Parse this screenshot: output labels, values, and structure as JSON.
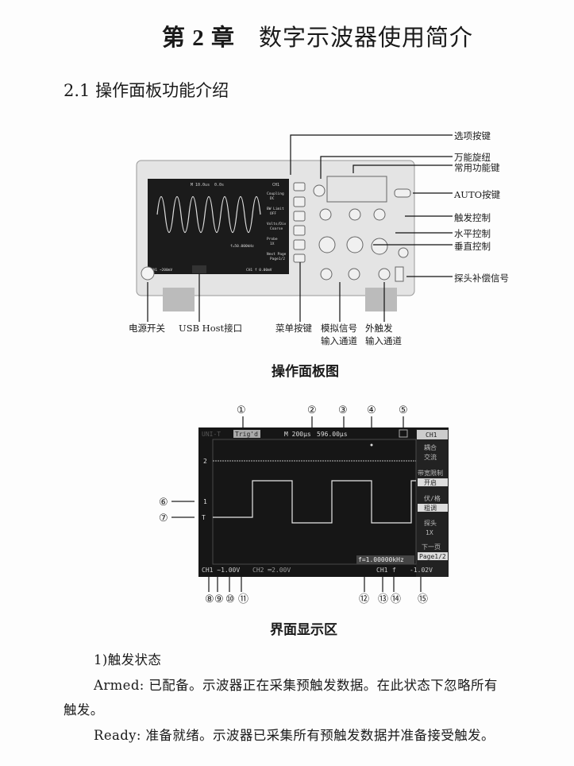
{
  "header": {
    "chapter": "第 2 章",
    "title": "数字示波器使用简介"
  },
  "section": {
    "number": "2.1",
    "title": "操作面板功能介绍"
  },
  "panel_figure": {
    "caption": "操作面板图",
    "device_screen": {
      "timebase": "M 10.0us",
      "offset": "0.0s",
      "menu_title": "CH1",
      "menu": [
        {
          "label": "Coupling",
          "value": "DC"
        },
        {
          "label": "BW Limit",
          "value": "OFF"
        },
        {
          "label": "Volts/Div",
          "value": "Coarse"
        },
        {
          "label": "Probe",
          "value": "1X"
        },
        {
          "label": "Next Page",
          "value": "Page1/2"
        }
      ],
      "freq": "f=50.000kHz",
      "ch1": "CH1 ~200mV",
      "trigger": "CH1 f 0.00mV"
    },
    "right_labels": [
      "选项按键",
      "万能旋纽",
      "常用功能键",
      "AUTO按键",
      "触发控制",
      "水平控制",
      "垂直控制",
      "探头补偿信号"
    ],
    "bottom_labels": [
      {
        "line1": "电源开关"
      },
      {
        "line1": "USB Host接口"
      },
      {
        "line1": "菜单按键"
      },
      {
        "line1": "模拟信号",
        "line2": "输入通道"
      },
      {
        "line1": "外触发",
        "line2": "输入通道"
      }
    ]
  },
  "display_figure": {
    "caption": "界面显示区",
    "top_callouts": [
      "①",
      "②",
      "③",
      "④",
      "⑤"
    ],
    "left_callouts": [
      "⑥",
      "⑦"
    ],
    "bottom_callouts": [
      "⑧",
      "⑨",
      "⑩",
      "⑪",
      "⑫",
      "⑬",
      "⑭",
      "⑮"
    ],
    "screen": {
      "brand": "UNI-T",
      "trig_status": "Trig'd",
      "timebase": "M 200μs",
      "trig_pos": "596.00μs",
      "markers": {
        "ch2": "2",
        "ch1": "1",
        "trigger": "T"
      },
      "menu_title": "CH1",
      "menu": [
        {
          "label": "耦合",
          "value": "交流"
        },
        {
          "label": "带宽限制",
          "value": "开启"
        },
        {
          "label": "伏/格",
          "value": "粗调"
        },
        {
          "label": "探头",
          "value": "1X"
        },
        {
          "label": "下一页",
          "value": "Page1/2"
        }
      ],
      "freq": "f=1.00000kHz",
      "ch1_status": "CH1 ~1.00V",
      "ch2_status": "CH2 ═2.00V",
      "trig_source": "CH1",
      "trig_edge": "f",
      "trig_level": "-1.02V"
    }
  },
  "content": {
    "item_heading": "1)触发状态",
    "armed": "Armed: 已配备。示波器正在采集预触发数据。在此状态下忽略所有",
    "armed_cont": "触发。",
    "ready": "Ready: 准备就绪。示波器已采集所有预触发数据并准备接受触发。"
  }
}
